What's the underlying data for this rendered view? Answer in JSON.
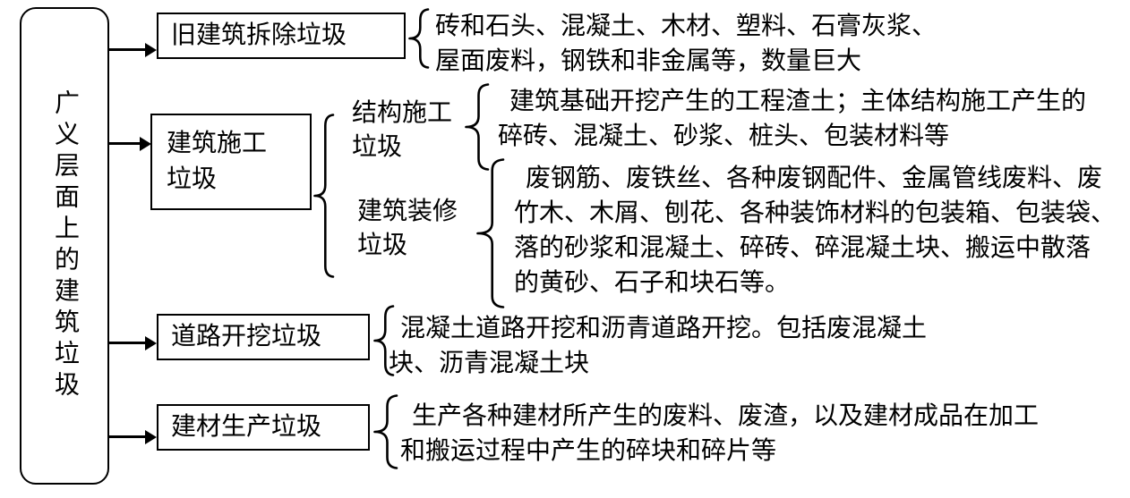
{
  "root_label": "广义层面上的建筑垃圾",
  "branches": {
    "demolition": {
      "box": "旧建筑拆除垃圾",
      "lines": [
        "砖和石头、混凝土、木材、塑料、石膏灰浆、",
        "屋面废料，钢铁和非金属等，数量巨大"
      ]
    },
    "construction": {
      "box_line1": "建筑施工",
      "box_line2": "垃圾",
      "structural": {
        "label_line1": "结构施工",
        "label_line2": "垃圾",
        "lines": [
          "建筑基础开挖产生的工程渣土；主体结构施工产生的",
          "碎砖、混凝土、砂浆、桩头、包装材料等"
        ]
      },
      "decoration": {
        "label_line1": "建筑装修",
        "label_line2": "垃圾",
        "lines": [
          "废钢筋、废铁丝、各种废钢配件、金属管线废料、废",
          "竹木、木屑、刨花、各种装饰材料的包装箱、包装袋、",
          "落的砂浆和混凝土、碎砖、碎混凝土块、搬运中散落",
          "的黄砂、石子和块石等。"
        ]
      }
    },
    "road": {
      "box": "道路开挖垃圾",
      "lines": [
        "混凝土道路开挖和沥青道路开挖。包括废混凝土",
        "块、沥青混凝土块"
      ]
    },
    "production": {
      "box": "建材生产垃圾",
      "lines": [
        "生产各种建材所产生的废料、废渣，以及建材成品在加工",
        "和搬运过程中产生的碎块和碎片等"
      ]
    }
  }
}
